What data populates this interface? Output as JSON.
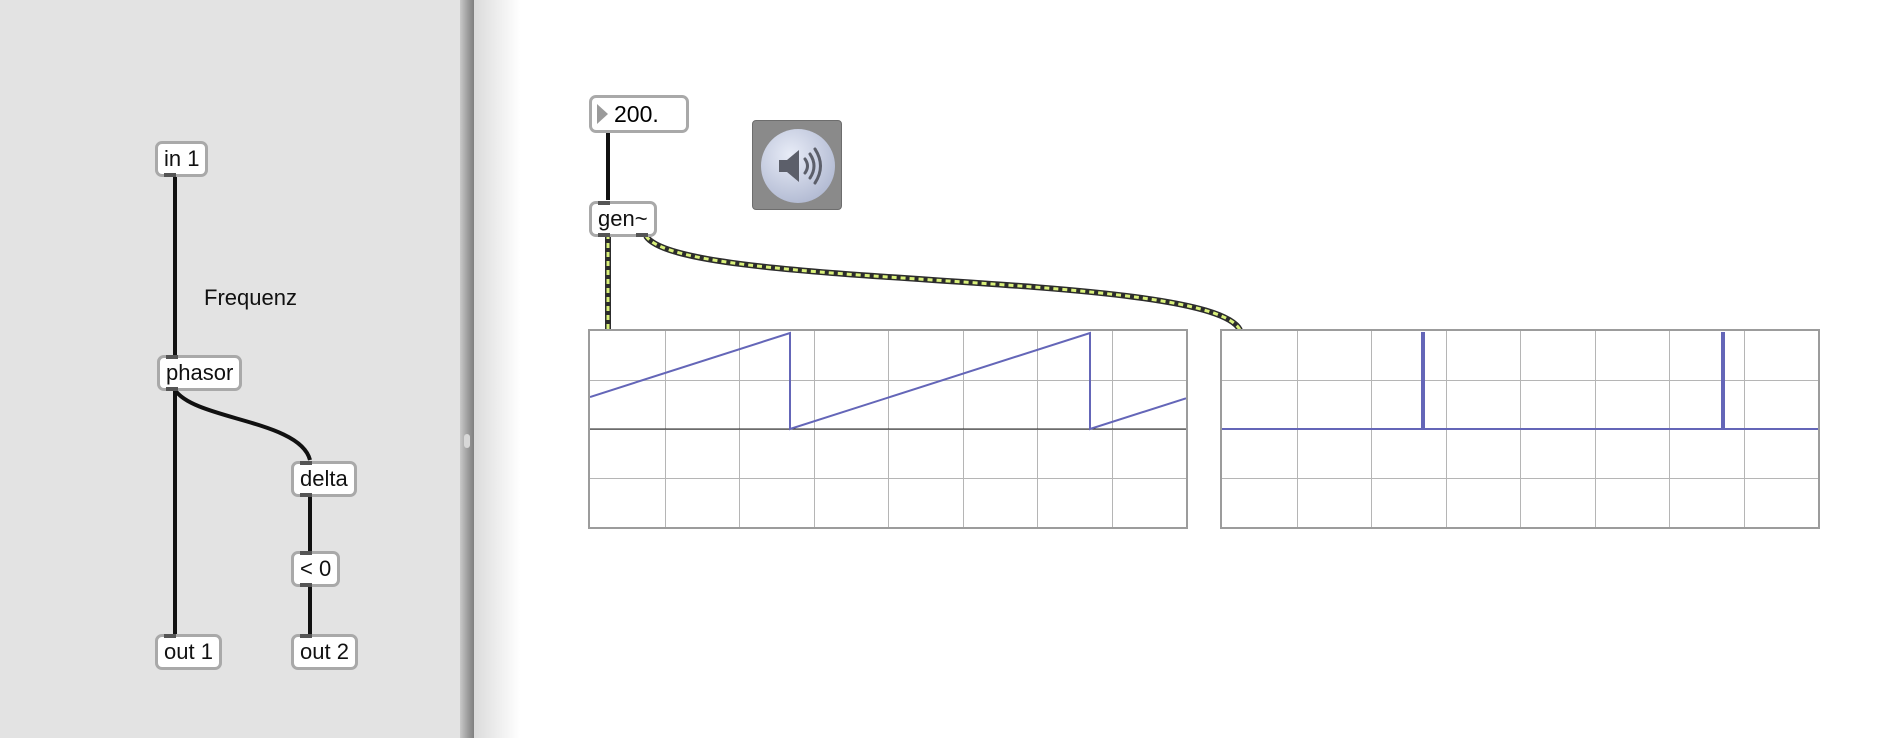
{
  "gen_patcher": {
    "inlet_label": "in 1",
    "comment": "Frequenz",
    "phasor_label": "phasor",
    "delta_label": "delta",
    "compare_label": "< 0",
    "outlet1_label": "out 1",
    "outlet2_label": "out 2"
  },
  "main_patcher": {
    "frequency_value": "200.",
    "gen_label": "gen~",
    "dac_icon": "speaker-icon",
    "scope_left": {
      "signal": "sawtooth",
      "cycles_visible": 2
    },
    "scope_right": {
      "signal": "impulse",
      "cycles_visible": 2
    }
  },
  "colors": {
    "panel_background": "#e3e3e3",
    "box_border": "#a9a9a9",
    "patch_cord": "#111111",
    "signal_cord_highlight": "#d9f07a",
    "scope_trace": "#6466b8",
    "scope_grid": "#b5b5b5",
    "dac_background": "#8a8a8a"
  }
}
